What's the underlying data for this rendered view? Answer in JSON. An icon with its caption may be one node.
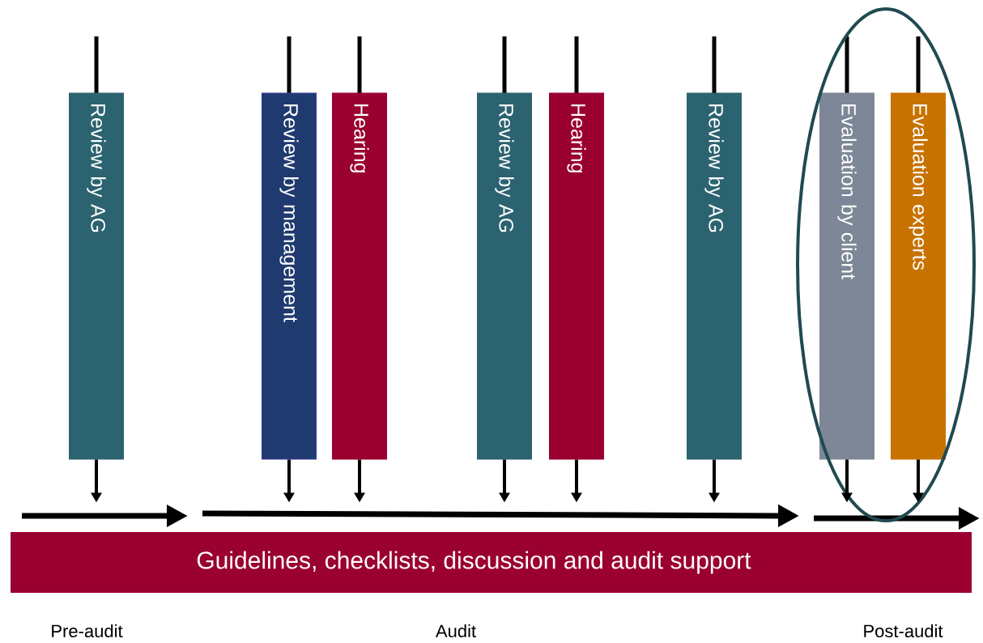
{
  "diagram": {
    "nodes": [
      {
        "text": [
          "Review by AG"
        ]
      },
      {
        "text": [
          "Review by management"
        ]
      },
      {
        "text": [
          "Hearing"
        ]
      },
      {
        "text": [
          "Review by AG"
        ]
      },
      {
        "text": [
          "Hearing"
        ]
      },
      {
        "text": [
          "Review by AG"
        ]
      },
      {
        "text": [
          "Evaluation by client"
        ]
      },
      {
        "text": [
          "Evaluation experts"
        ]
      },
      {
        "text": [
          "Guidelines, checklists, discussion and audit support"
        ]
      }
    ],
    "edges": [
      {
        "from": 0,
        "to": null,
        "arrow": "to"
      },
      {
        "from": 1,
        "to": null,
        "arrow": "to"
      },
      {
        "from": 2,
        "to": null,
        "arrow": "to"
      },
      {
        "from": 3,
        "to": null,
        "arrow": "to"
      },
      {
        "from": 4,
        "to": null,
        "arrow": "to"
      },
      {
        "from": 5,
        "to": null,
        "arrow": "to"
      },
      {
        "from": 6,
        "to": null,
        "arrow": "to"
      },
      {
        "from": 7,
        "to": null,
        "arrow": "to"
      }
    ],
    "labels": [
      "Pre-audit",
      "Audit",
      "Post-audit"
    ]
  }
}
